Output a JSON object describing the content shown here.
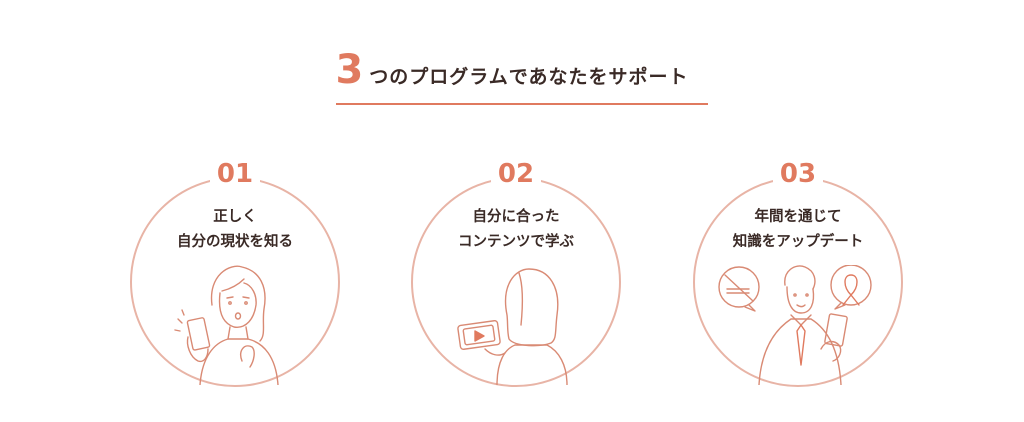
{
  "colors": {
    "accent": "#e07a5f",
    "ring": "#e8b4a6",
    "line": "#d98a74",
    "text": "#3a2a26"
  },
  "heading": {
    "number": "3",
    "text": "つのプログラムであなたをサポート"
  },
  "programs": [
    {
      "number": "01",
      "title_line1": "正しく",
      "title_line2": "自分の現状を知る",
      "icon": "woman-with-phone-illustration"
    },
    {
      "number": "02",
      "title_line1": "自分に合った",
      "title_line2": "コンテンツで学ぶ",
      "icon": "woman-watching-video-illustration"
    },
    {
      "number": "03",
      "title_line1": "年間を通じて",
      "title_line2": "知識をアップデート",
      "icon": "man-with-tablet-illustration"
    }
  ]
}
